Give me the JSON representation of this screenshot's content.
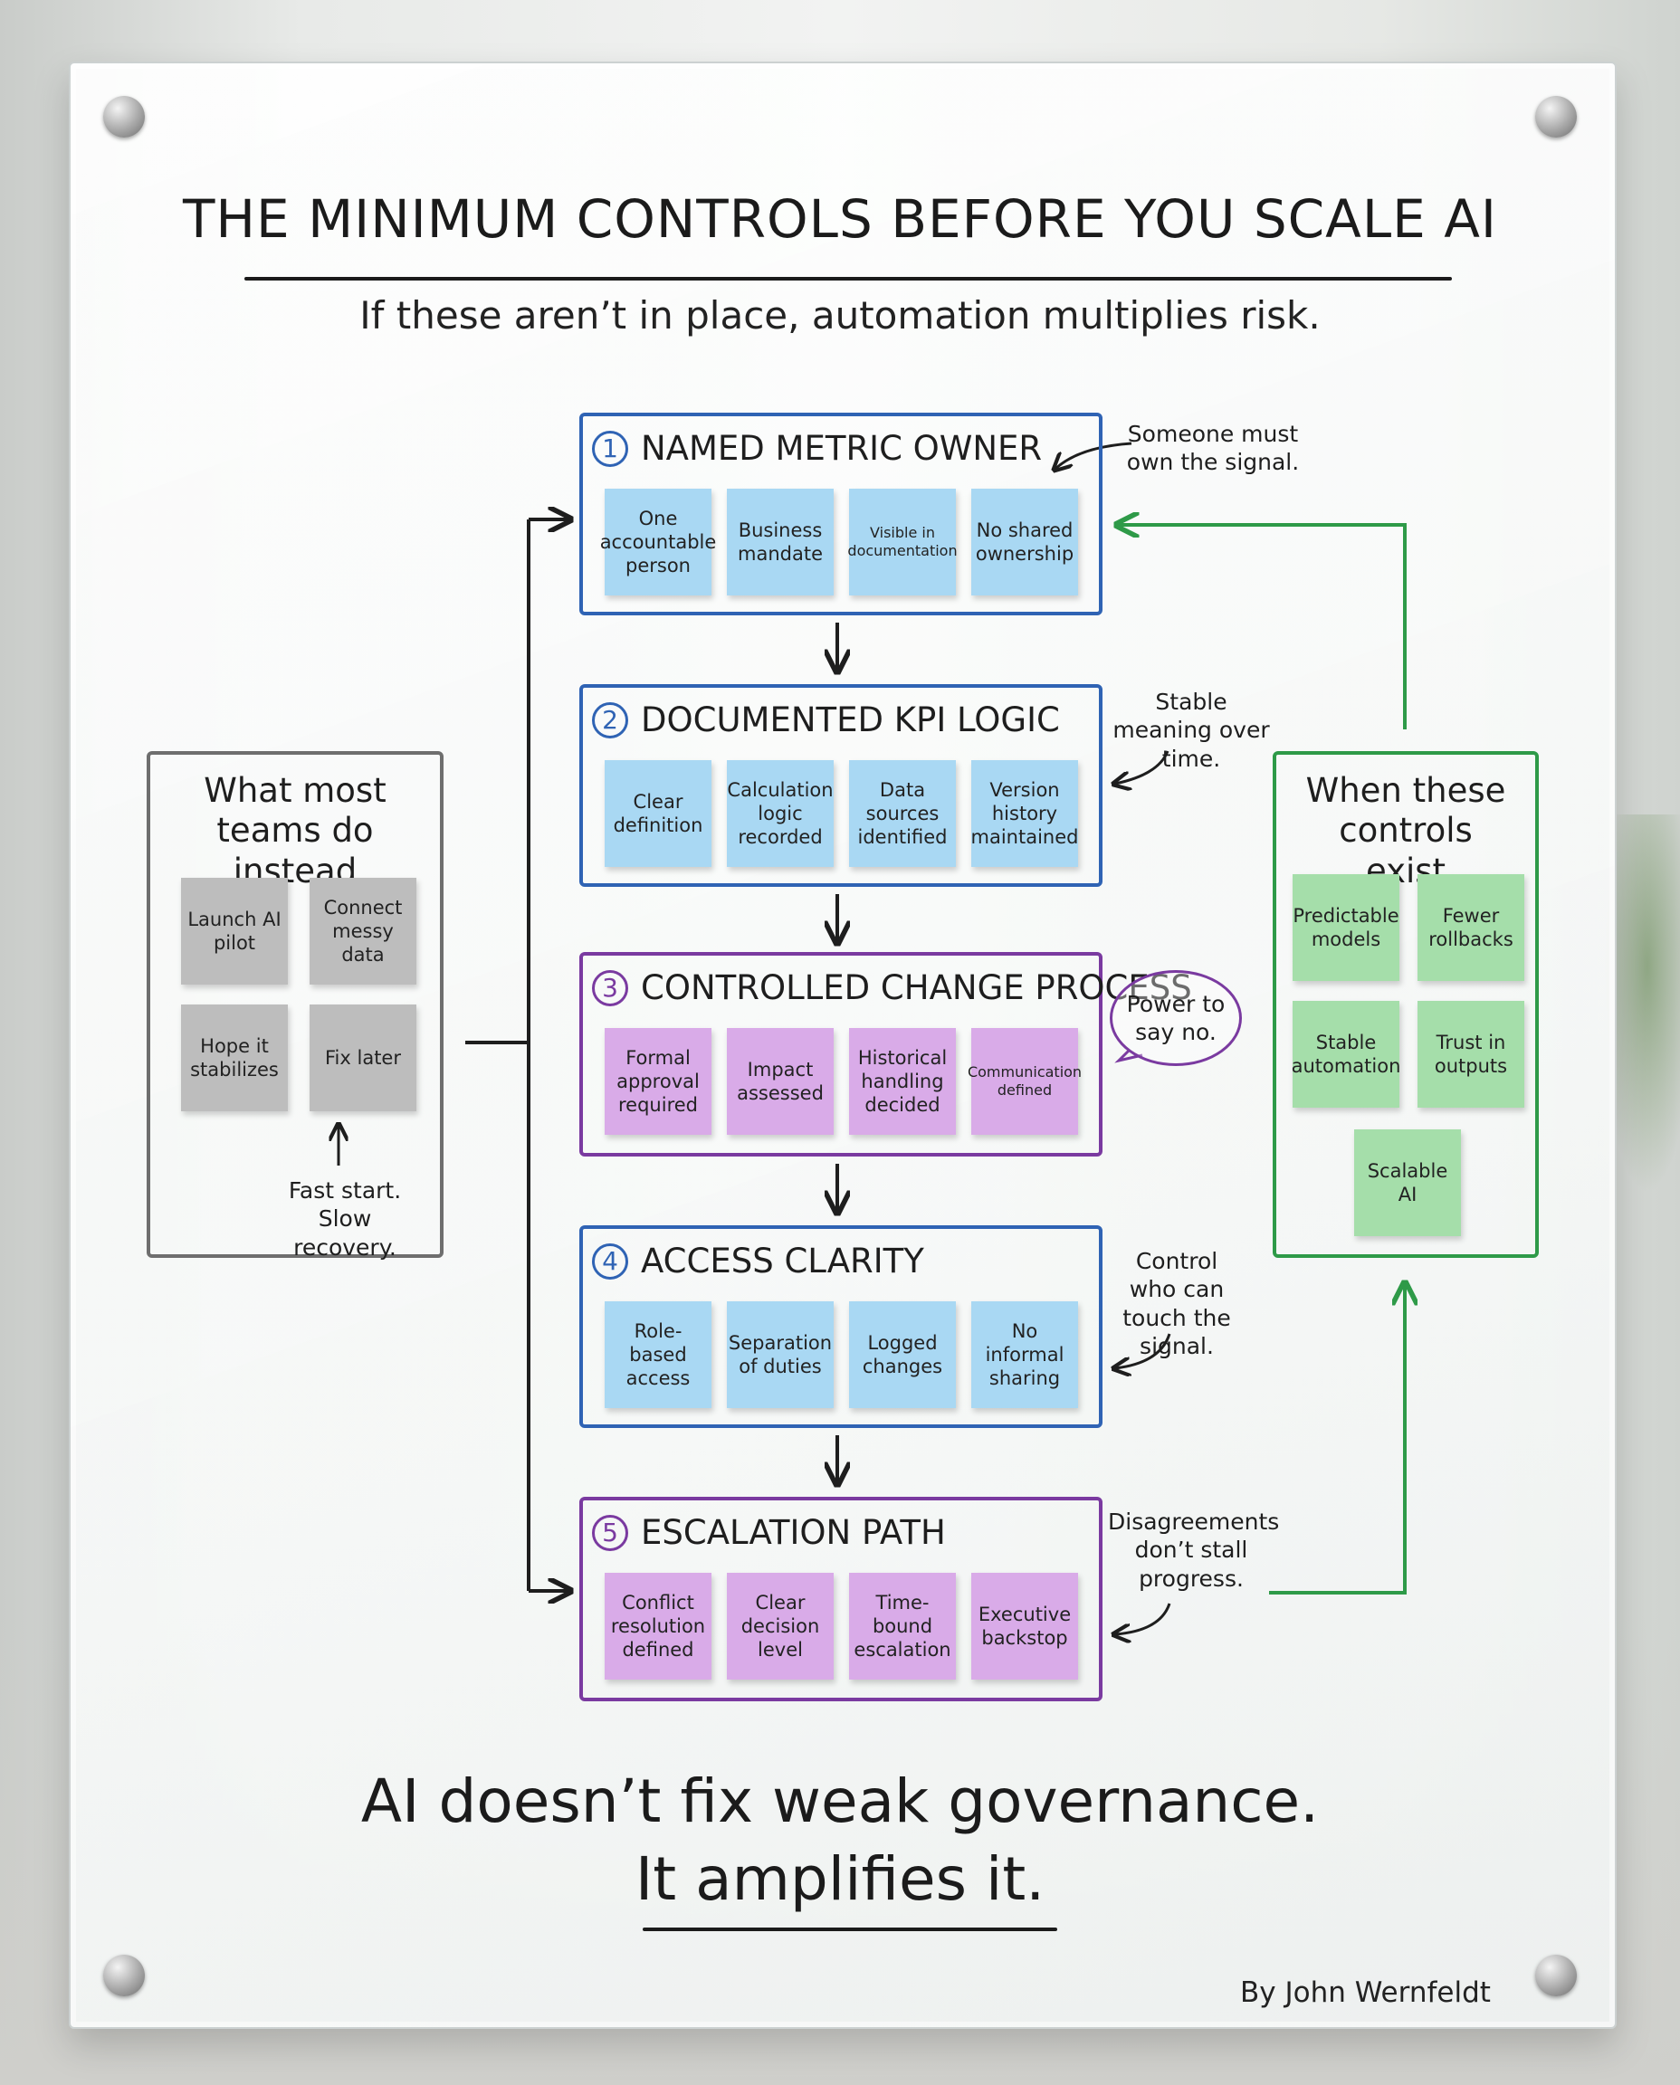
{
  "header": {
    "title": "THE MINIMUM CONTROLS BEFORE YOU SCALE AI",
    "subtitle": "If these aren’t in place, automation multiplies risk."
  },
  "steps": [
    {
      "number": "1",
      "title": "NAMED METRIC OWNER",
      "color": "#2f63b4",
      "notes": [
        "One accountable person",
        "Business mandate",
        "Visible in documentation",
        "No shared ownership"
      ],
      "annotation": "Someone must own the signal."
    },
    {
      "number": "2",
      "title": "DOCUMENTED KPI LOGIC",
      "color": "#2f63b4",
      "notes": [
        "Clear definition",
        "Calculation logic recorded",
        "Data sources identified",
        "Version history maintained"
      ],
      "annotation": "Stable meaning over time."
    },
    {
      "number": "3",
      "title": "CONTROLLED CHANGE PROCESS",
      "color": "#7a3aa0",
      "notes": [
        "Formal approval required",
        "Impact assessed",
        "Historical handling decided",
        "Communication defined"
      ],
      "annotation": "Power to say no."
    },
    {
      "number": "4",
      "title": "ACCESS CLARITY",
      "color": "#2f63b4",
      "notes": [
        "Role-based access",
        "Separation of duties",
        "Logged changes",
        "No informal sharing"
      ],
      "annotation": "Control who can touch the signal."
    },
    {
      "number": "5",
      "title": "ESCALATION PATH",
      "color": "#7a3aa0",
      "notes": [
        "Conflict resolution defined",
        "Clear decision level",
        "Time-bound escalation",
        "Executive backstop"
      ],
      "annotation": "Disagreements don’t stall progress."
    }
  ],
  "left_panel": {
    "title": "What most teams do instead",
    "notes": [
      "Launch AI pilot",
      "Connect messy data",
      "Hope it stabilizes",
      "Fix later"
    ],
    "annotation": "Fast start. Slow recovery."
  },
  "right_panel": {
    "title": "When these controls exist",
    "notes": [
      "Predictable models",
      "Fewer rollbacks",
      "Stable automation",
      "Trust in outputs",
      "Scalable AI"
    ]
  },
  "footer": {
    "tagline_line1": "AI doesn’t fix weak governance.",
    "tagline_line2": "It amplifies it.",
    "author": "By John Wernfeldt"
  },
  "colors": {
    "blue": "#2f63b4",
    "purple": "#7a3aa0",
    "gray": "#6e6e6e",
    "green": "#2e9a48"
  }
}
